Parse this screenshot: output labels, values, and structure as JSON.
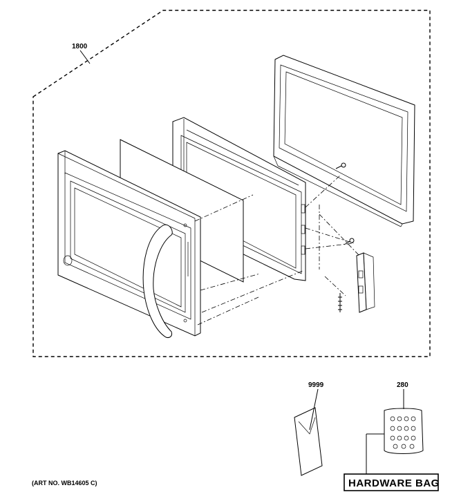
{
  "callouts": {
    "assembly": "1800",
    "instructions": "9999",
    "hardware": "280"
  },
  "hardware_bag_label": "HARDWARE BAG",
  "art_number": "(ART NO. WB14605 C)"
}
